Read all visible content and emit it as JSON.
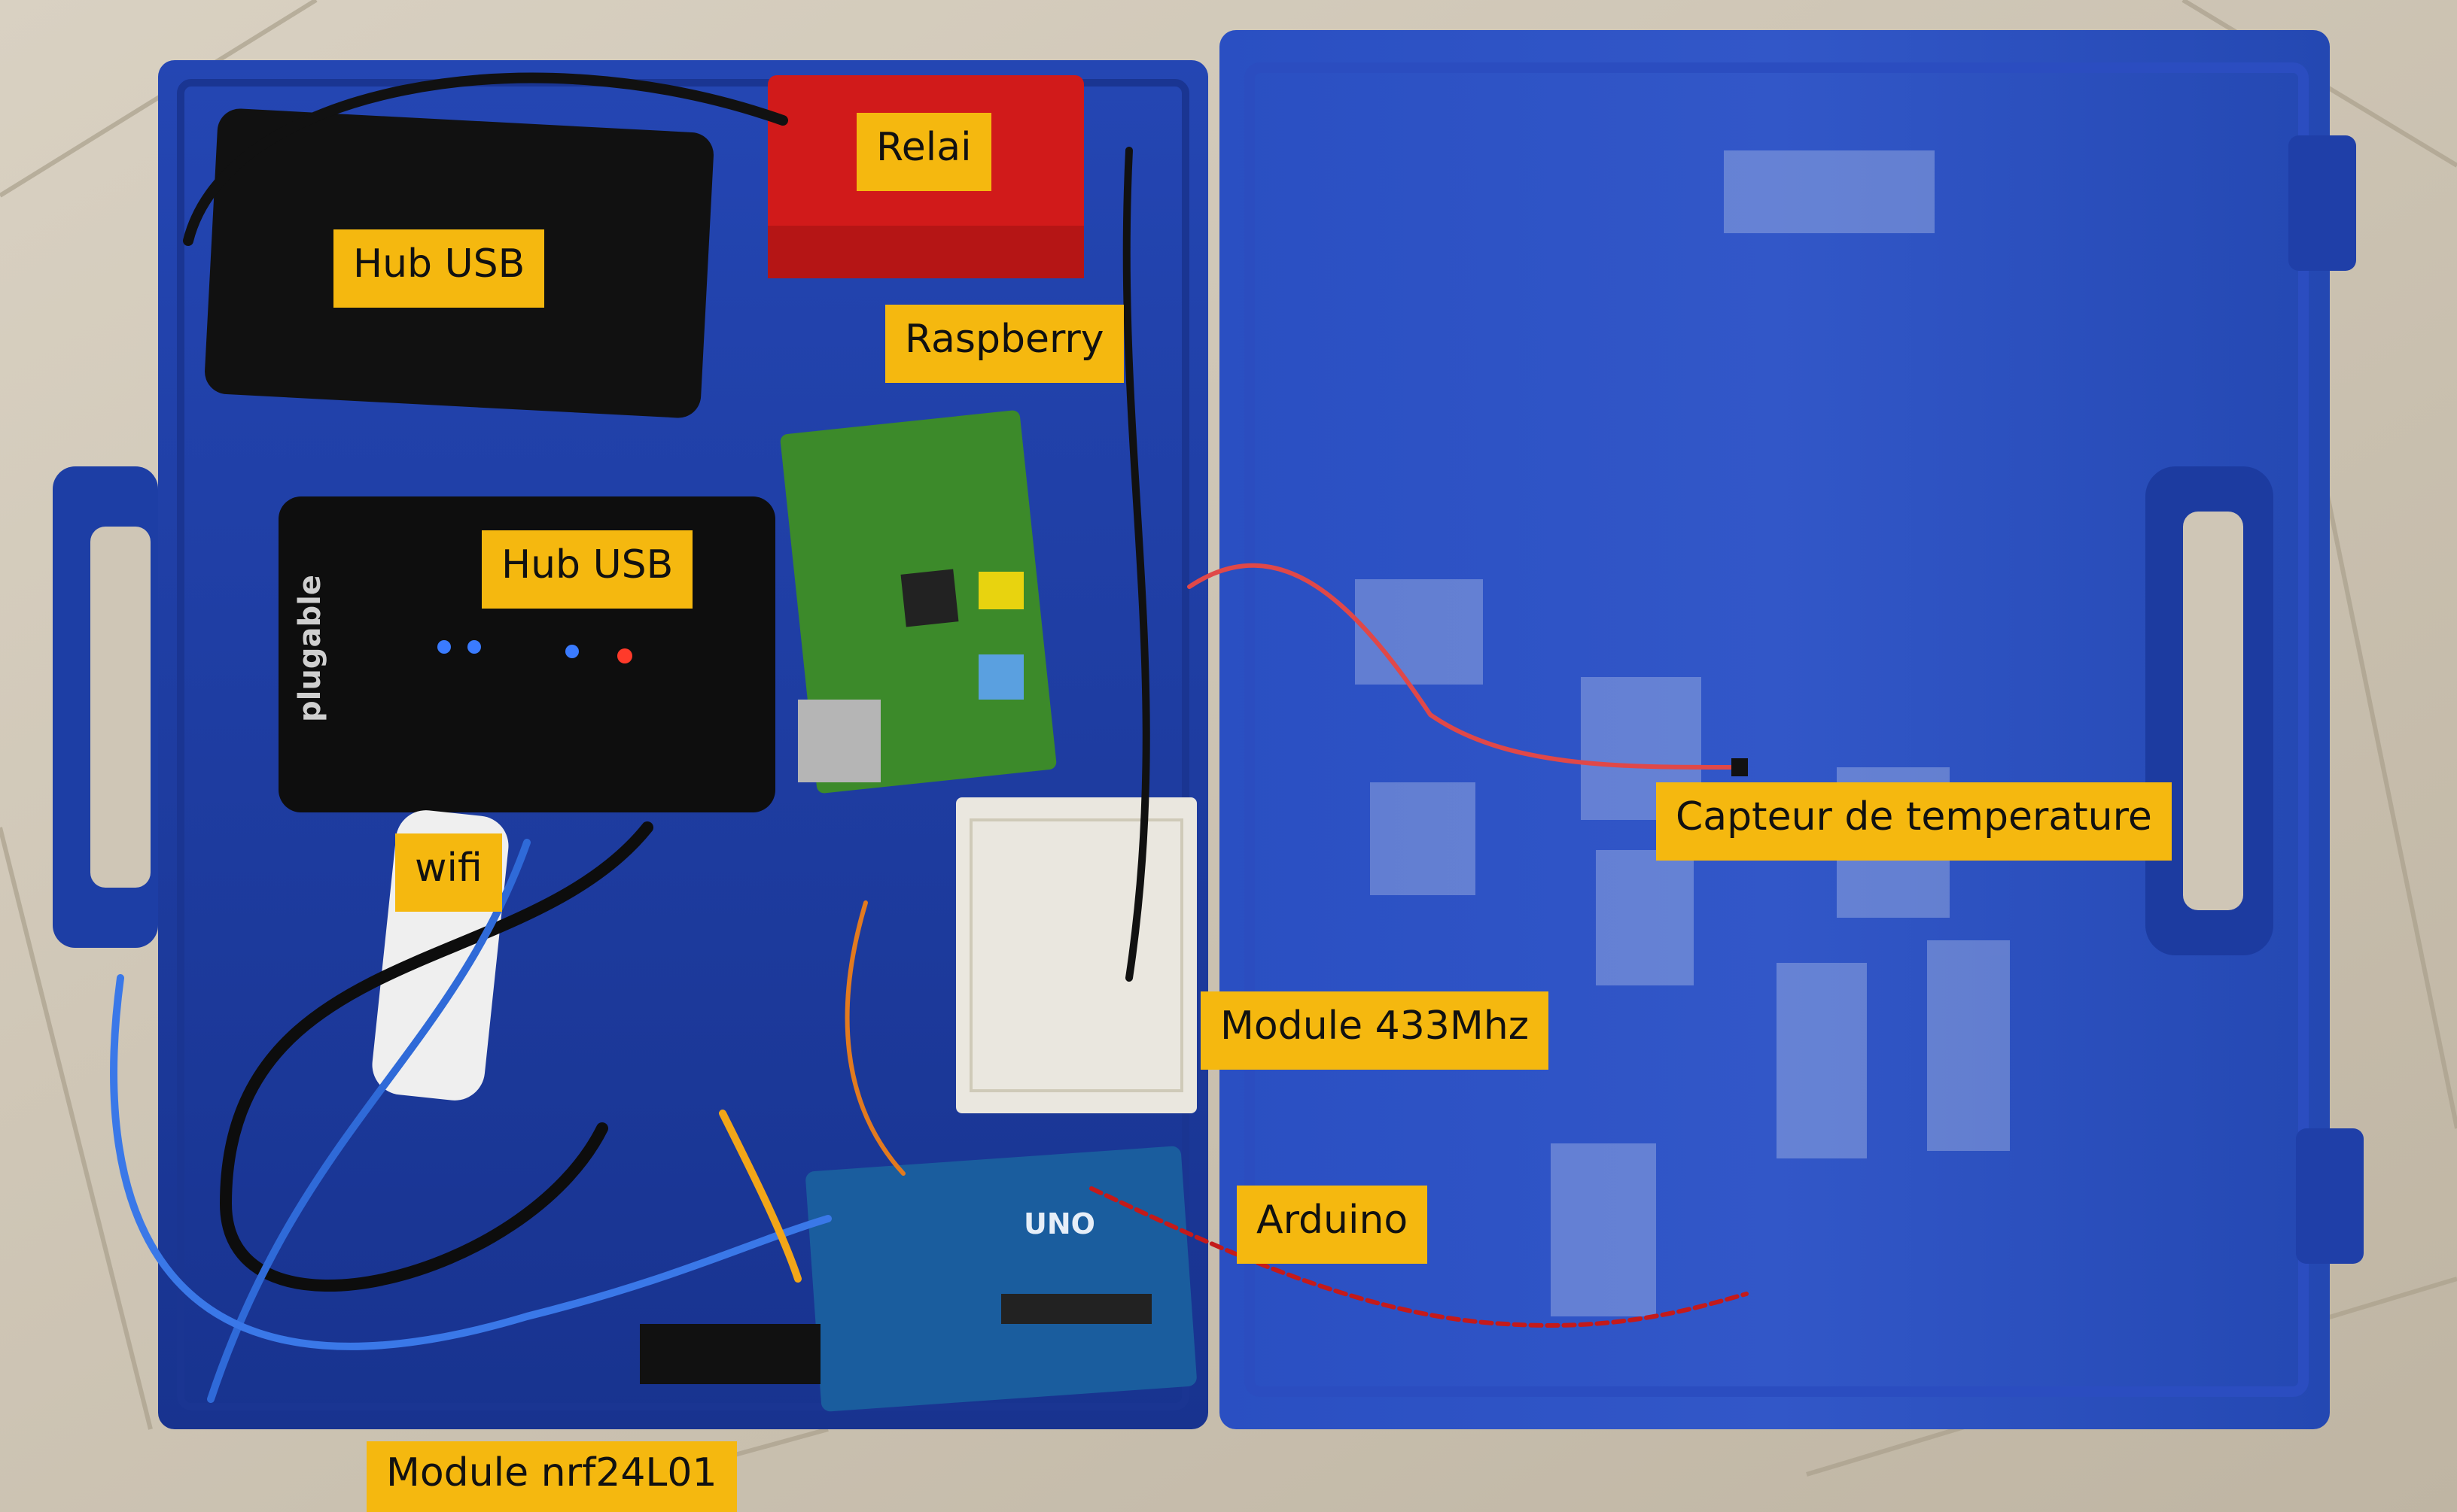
{
  "photo": {
    "labels": {
      "relai": "Relai",
      "hub_usb_top": "Hub USB",
      "raspberry": "Raspberry",
      "hub_usb_bottom": "Hub USB",
      "wifi": "wifi",
      "capteur": "Capteur de temperature",
      "module_433": "Module 433Mhz",
      "arduino": "Arduino",
      "module_nrf": "Module nrf24L01"
    },
    "device_text": {
      "plugable_brand": "plugable",
      "arduino_brand": "UNO"
    },
    "colors": {
      "label_bg": "#f5b80f",
      "case_blue": "#1f3fa8",
      "relay_red": "#d11a1a",
      "pcb_green": "#3c8a2a",
      "floor": "#cfc6b6"
    }
  }
}
